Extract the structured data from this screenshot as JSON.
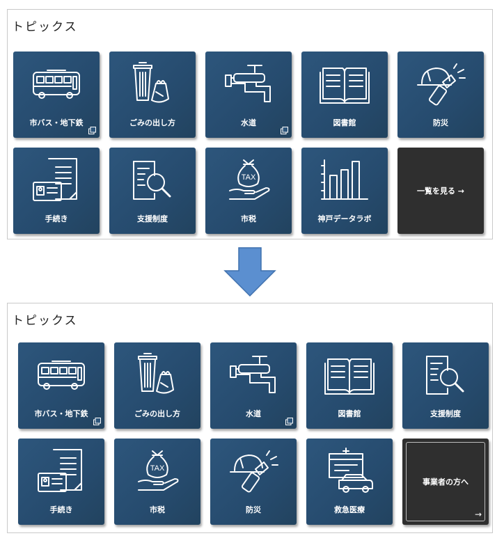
{
  "top": {
    "title": "トピックス",
    "tiles": [
      {
        "label": "市バス・地下鉄",
        "icon": "bus-icon",
        "external": true
      },
      {
        "label": "ごみの出し方",
        "icon": "garbage-icon",
        "external": false
      },
      {
        "label": "水道",
        "icon": "faucet-icon",
        "external": true
      },
      {
        "label": "図書館",
        "icon": "book-icon",
        "external": false
      },
      {
        "label": "防災",
        "icon": "helmet-flashlight-icon",
        "external": false
      },
      {
        "label": "手続き",
        "icon": "document-id-icon",
        "external": false
      },
      {
        "label": "支援制度",
        "icon": "document-search-icon",
        "external": false
      },
      {
        "label": "市税",
        "icon": "tax-bag-icon",
        "external": false
      },
      {
        "label": "神戸データラボ",
        "icon": "bar-chart-icon",
        "external": false
      }
    ],
    "more": {
      "label": "一覧を見る →"
    }
  },
  "bottom": {
    "title": "トピックス",
    "tiles": [
      {
        "label": "市バス・地下鉄",
        "icon": "bus-icon",
        "external": true
      },
      {
        "label": "ごみの出し方",
        "icon": "garbage-icon",
        "external": false
      },
      {
        "label": "水道",
        "icon": "faucet-icon",
        "external": true
      },
      {
        "label": "図書館",
        "icon": "book-icon",
        "external": false
      },
      {
        "label": "支援制度",
        "icon": "document-search-icon",
        "external": false
      },
      {
        "label": "手続き",
        "icon": "document-id-icon",
        "external": false
      },
      {
        "label": "市税",
        "icon": "tax-bag-icon",
        "external": false
      },
      {
        "label": "防災",
        "icon": "helmet-flashlight-icon",
        "external": false
      },
      {
        "label": "救急医療",
        "icon": "ambulance-icon",
        "external": false
      }
    ],
    "business": {
      "label": "事業者の方へ",
      "arrow": "→"
    }
  },
  "colors": {
    "tile": "#2d567c",
    "dark_tile": "#2f2f2f",
    "arrow": "#5b8fd0"
  }
}
